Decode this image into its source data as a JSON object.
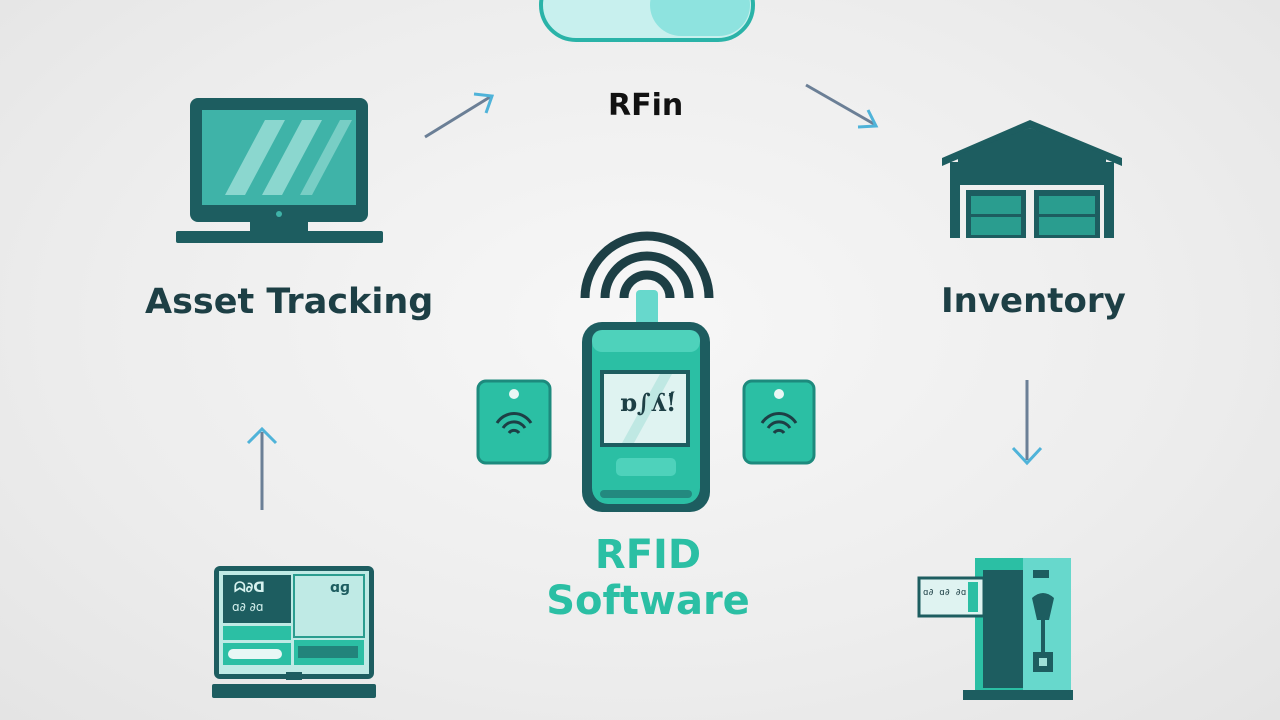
{
  "top_label": "RFin",
  "left_label": "Asset Tracking",
  "right_label": "Inventory",
  "center_label_line1": "RFID",
  "center_label_line2": "Software",
  "reader_screen_text": "ɒ∫ʎ!́",
  "laptop_screen_text_1": "ᗣ∂ᗡ",
  "laptop_screen_text_2": "ɑ∂ ∂ɑ",
  "laptop_screen_text_3": "ɑɡ",
  "kiosk_screen_text": "ɑ∂ ɑ∂ ∂ɑ",
  "colors": {
    "teal_dark": "#1d5d60",
    "teal": "#2a9d8f",
    "teal_bright": "#2bbfa4",
    "aqua": "#67d8cc",
    "arrow_blue": "#4fb3d9",
    "text_dark": "#1d3f45"
  }
}
